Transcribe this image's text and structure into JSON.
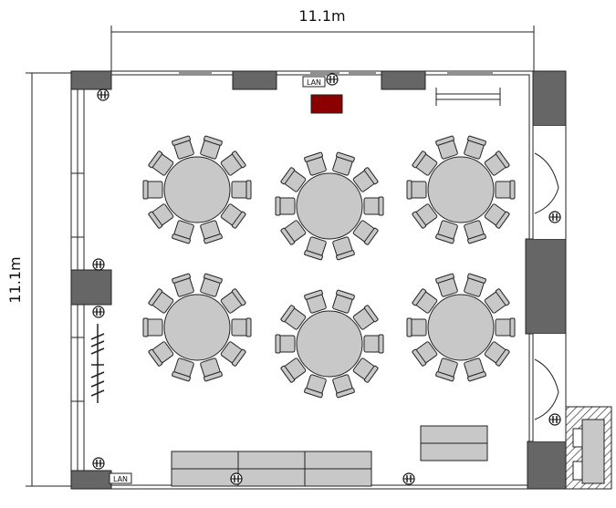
{
  "dimensions": {
    "width_label": "11.1m",
    "height_label": "11.1m"
  },
  "outlets": {
    "lan_label_top": "LAN",
    "lan_label_bottom": "LAN"
  },
  "tables": {
    "count": 6,
    "chairs_per_table": 10
  },
  "colors": {
    "wall": "#5f5f5f",
    "furniture": "#c8c8c8",
    "accent": "#8b0000",
    "line": "#222222"
  }
}
